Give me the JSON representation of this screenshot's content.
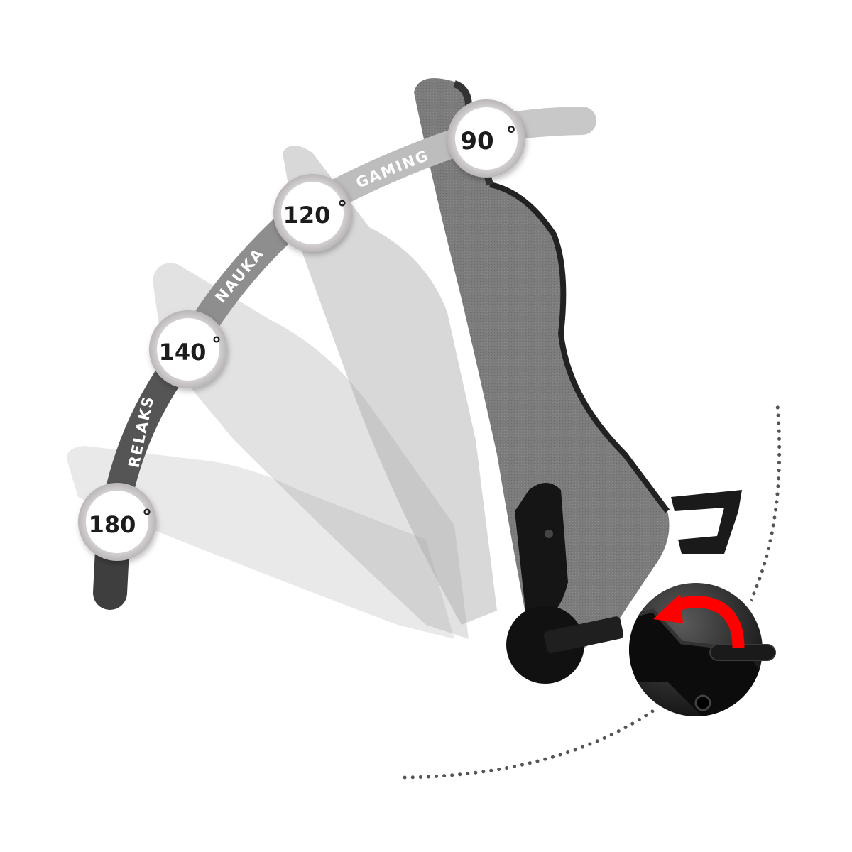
{
  "illustration": {
    "subject": "gaming chair backrest recline positions",
    "angles": [
      {
        "label": "90",
        "unit": "°",
        "mode": "GAMING"
      },
      {
        "label": "120",
        "unit": "°",
        "mode": "NAUKA"
      },
      {
        "label": "140",
        "unit": "°",
        "mode": "RELAKS"
      },
      {
        "label": "180",
        "unit": "°",
        "mode": ""
      }
    ],
    "modes": {
      "gaming": "GAMING",
      "nauka": "NAUKA",
      "relaks": "RELAKS"
    },
    "badges": {
      "b90": "90",
      "b120": "120",
      "b140": "140",
      "b180": "180",
      "degree": "°"
    },
    "icons": {
      "rotate_arrow": "counterclockwise-arrow-icon",
      "lever_detail": "recline-lever-closeup"
    },
    "colors": {
      "arc_gaming": "#c8c8c8",
      "arc_nauka": "#8e8e8e",
      "arc_relaks": "#555555",
      "arc_end": "#3e3e3e",
      "badge_ring": "#c9c6c8",
      "badge_fill": "#ffffff",
      "badge_text": "#1a1a1a",
      "arrow_red": "#ff0000",
      "fabric_dark": "#7a7a7a",
      "fabric_light": "#e4e4e4",
      "dots": "#555555"
    }
  }
}
